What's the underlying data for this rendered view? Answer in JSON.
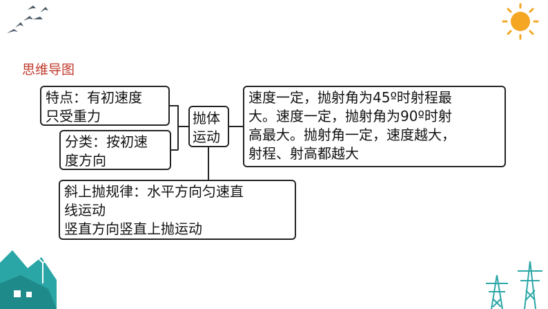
{
  "title": "思维导图",
  "center": {
    "lines": [
      "抛体",
      "运动"
    ]
  },
  "feature": {
    "lines": [
      "特点：有初速度",
      "只受重力"
    ]
  },
  "classify": {
    "lines": [
      "分类：按初速",
      "度方向"
    ]
  },
  "right": {
    "lines": [
      "速度一定，抛射角为45º时射程最",
      "大。速度一定，抛射角为90º时射",
      "高最大。抛射角一定，速度越大，",
      "射程、射高都越大"
    ]
  },
  "oblique": {
    "lines": [
      "斜上抛规律：水平方向匀速直",
      "线运动",
      "竖直方向竖直上抛运动"
    ]
  },
  "colors": {
    "title": "#c0392b",
    "line": "#222222",
    "sun": "#f5a623",
    "decor": "#2aa6a6"
  }
}
